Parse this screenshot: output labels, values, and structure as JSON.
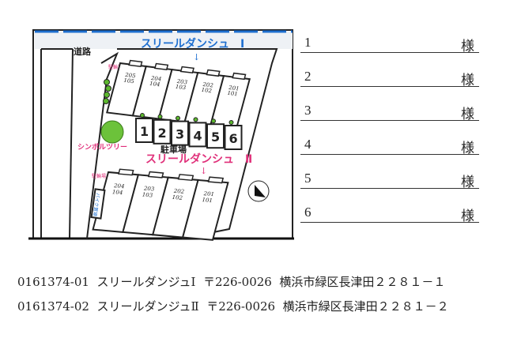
{
  "map": {
    "road_label": "道路",
    "building1_label": "スリールダンシュ　Ⅰ",
    "building2_label": "スリールダンシュ　Ⅱ",
    "bicycle_parking_label": "駐輪場",
    "symbol_tree_label": "シンボルツリー",
    "parking_label": "駐車場",
    "bike_parking_label": "バイク置場",
    "building1_units": [
      {
        "upper": "205",
        "lower": "105"
      },
      {
        "upper": "204",
        "lower": "104"
      },
      {
        "upper": "203",
        "lower": "103"
      },
      {
        "upper": "202",
        "lower": "102"
      },
      {
        "upper": "201",
        "lower": "101"
      }
    ],
    "building2_units": [
      {
        "upper": "204",
        "lower": "104"
      },
      {
        "upper": "203",
        "lower": "103"
      },
      {
        "upper": "202",
        "lower": "102"
      },
      {
        "upper": "201",
        "lower": "101"
      }
    ],
    "parking_spaces": [
      "1",
      "2",
      "3",
      "4",
      "5",
      "6"
    ],
    "north_icon": "north-arrow-icon",
    "colors": {
      "blue": "#1e6fd0",
      "pink": "#e0307a",
      "green": "#5cb82e"
    }
  },
  "signature_rows": [
    {
      "num": "1",
      "suffix": "様"
    },
    {
      "num": "2",
      "suffix": "様"
    },
    {
      "num": "3",
      "suffix": "様"
    },
    {
      "num": "4",
      "suffix": "様"
    },
    {
      "num": "5",
      "suffix": "様"
    },
    {
      "num": "6",
      "suffix": "様"
    }
  ],
  "properties": [
    {
      "code": "0161374-01",
      "name": "スリールダンジュⅠ",
      "postal": "〒226-0026",
      "address": "横浜市緑区長津田２２８１－１"
    },
    {
      "code": "0161374-02",
      "name": "スリールダンジュⅡ",
      "postal": "〒226-0026",
      "address": "横浜市緑区長津田２２８１－２"
    }
  ]
}
